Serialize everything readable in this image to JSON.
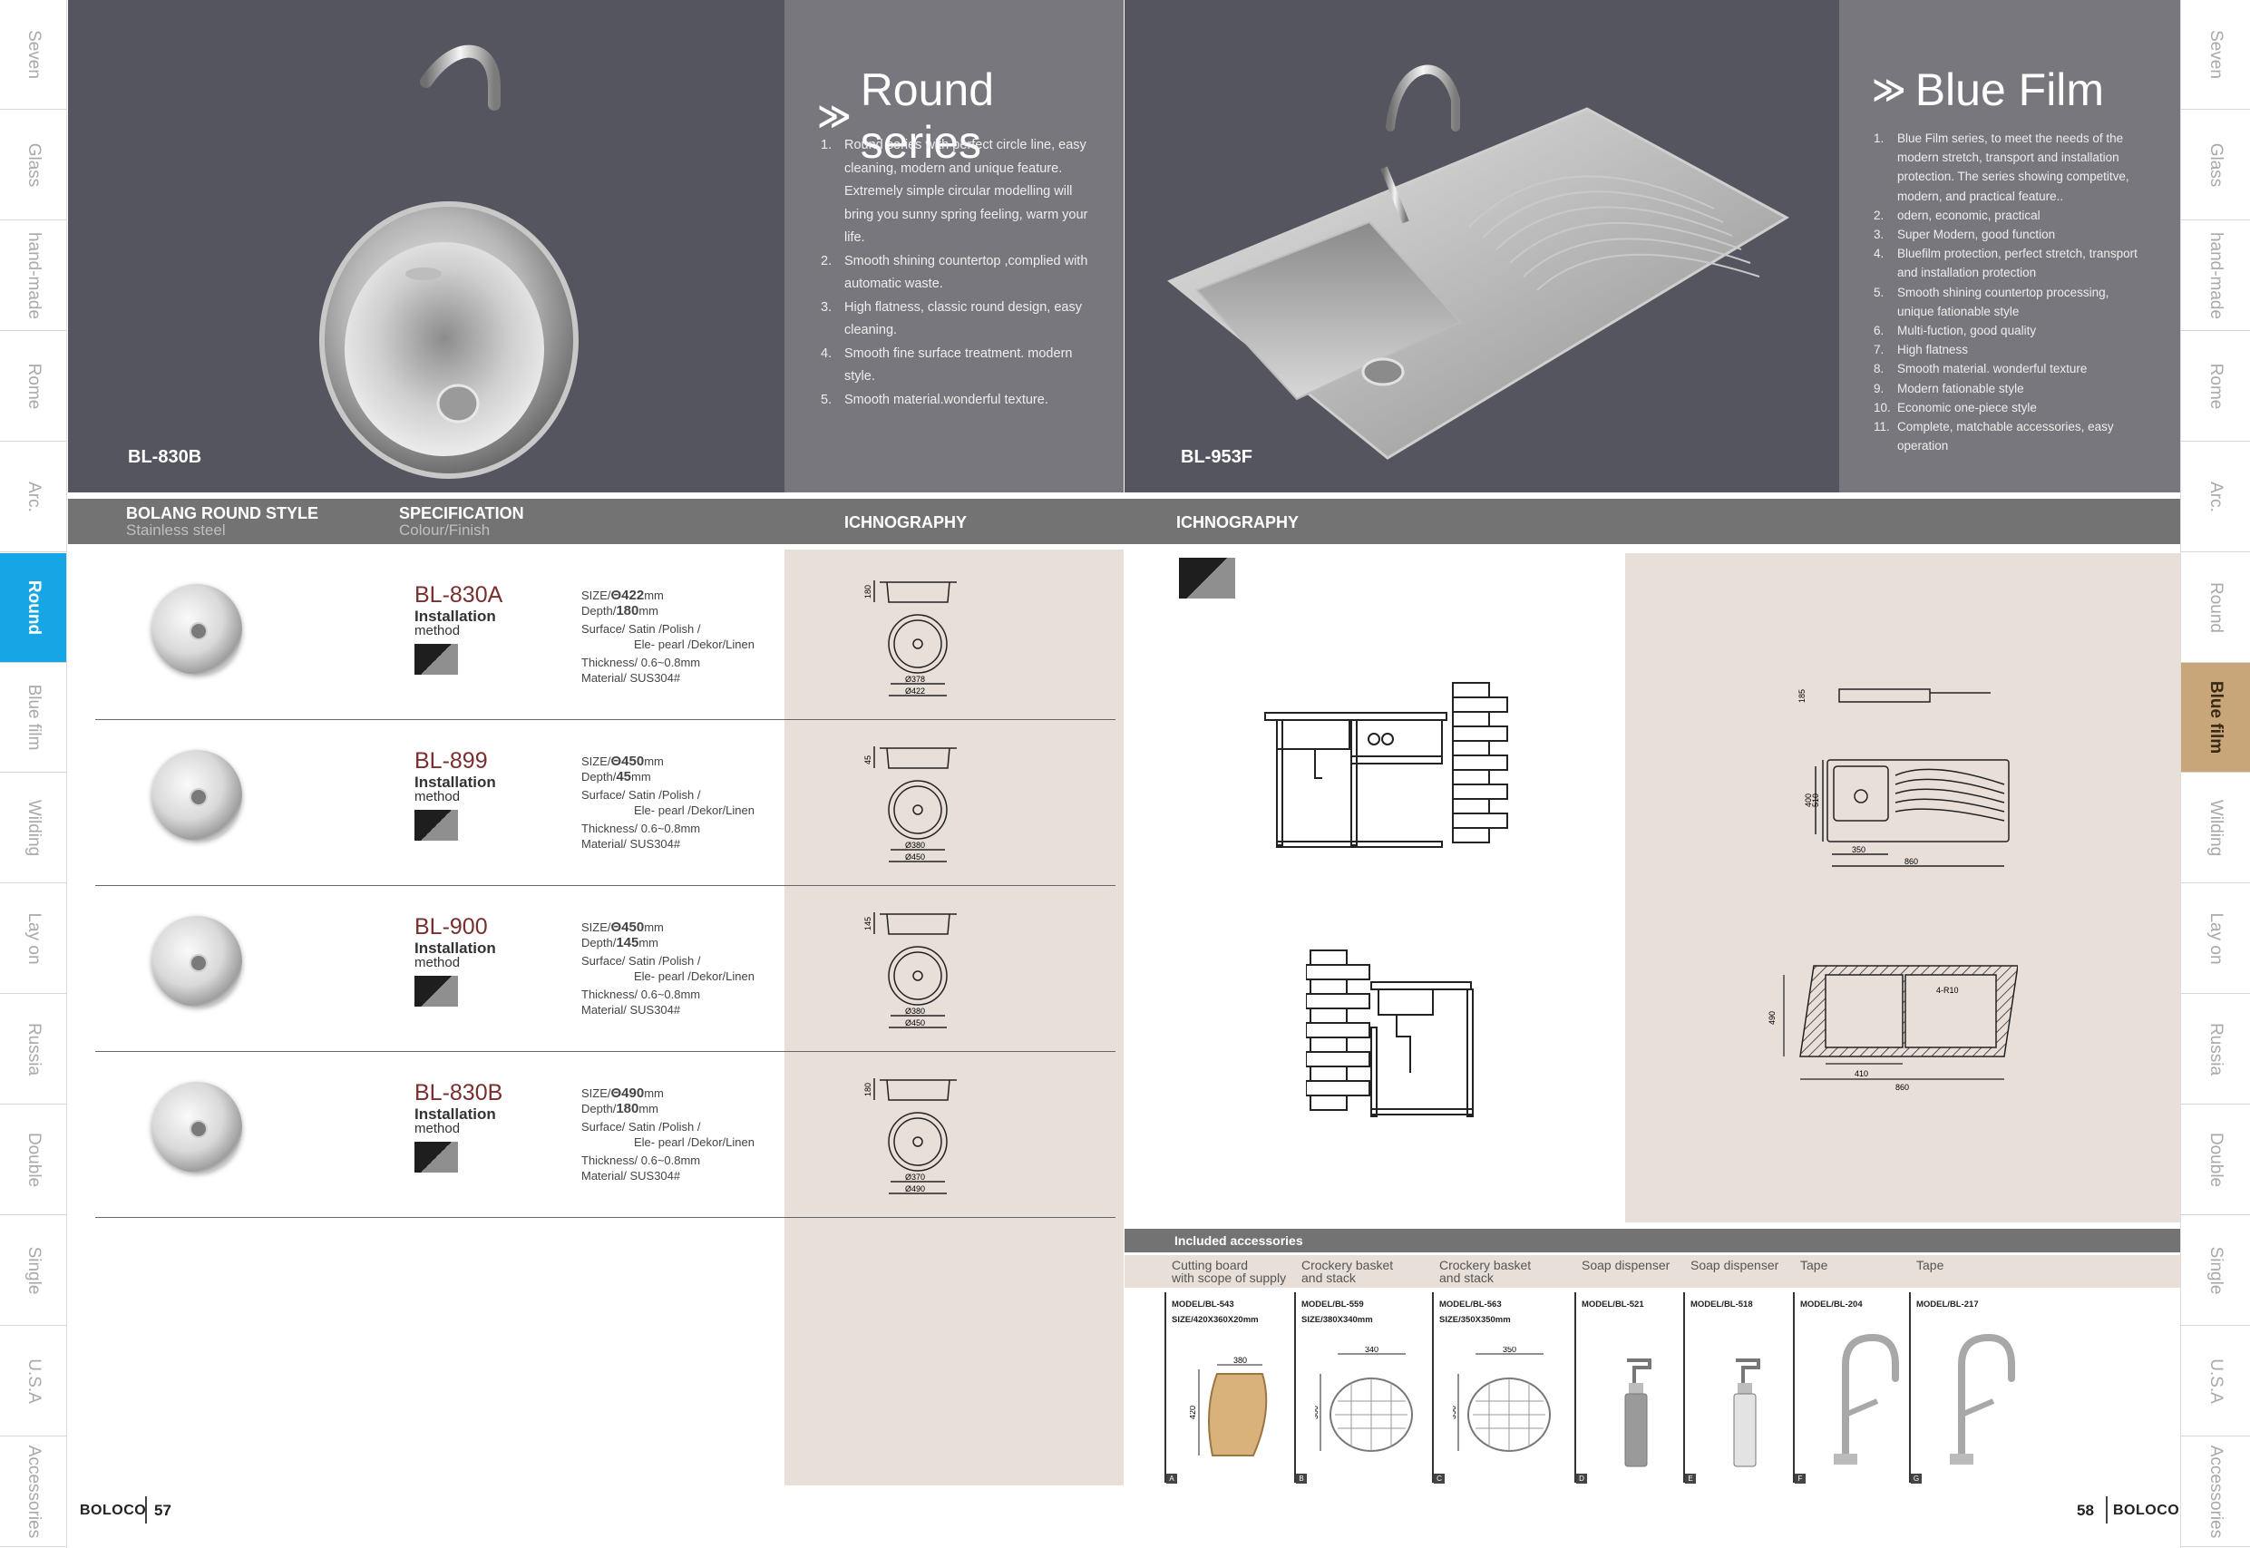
{
  "side_tabs_left": [
    "Seven",
    "Glass",
    "hand-made",
    "Rome",
    "Arc.",
    "Round",
    "Blue film",
    "Wilding",
    "Lay on",
    "Russia",
    "Double",
    "Single",
    "U.S.A",
    "Accessories"
  ],
  "side_tabs_right": [
    "Seven",
    "Glass",
    "hand-made",
    "Rome",
    "Arc.",
    "Round",
    "Blue film",
    "Wilding",
    "Lay on",
    "Russia",
    "Double",
    "Single",
    "U.S.A",
    "Accessories"
  ],
  "left_active_tab": "Round",
  "right_active_tab": "Blue film",
  "round_series": {
    "title": "Round series",
    "model": "BL-830B",
    "points": [
      {
        "num": "1.",
        "text": "Round series with perfect circle line,  easy cleaning, modern and unique feature. Extremely simple circular modelling will bring you sunny spring feeling, warm your life."
      },
      {
        "num": "2.",
        "text": "Smooth shining countertop ,complied with automatic waste."
      },
      {
        "num": "3.",
        "text": "High flatness, classic round design, easy cleaning."
      },
      {
        "num": "4.",
        "text": "Smooth fine surface treatment. modern style."
      },
      {
        "num": "5.",
        "text": "Smooth material.wonderful texture."
      }
    ]
  },
  "blue_film": {
    "title": "Blue Film",
    "model": "BL-953F",
    "points": [
      {
        "num": "1.",
        "text": "Blue Film series, to meet the needs of the modern stretch, transport and installation protection. The series showing competitve, modern, and practical feature.."
      },
      {
        "num": "2.",
        "text": "odern, economic, practical"
      },
      {
        "num": "3.",
        "text": "Super Modern, good function"
      },
      {
        "num": "4.",
        "text": "Bluefilm protection, perfect stretch, transport and installation protection"
      },
      {
        "num": "5.",
        "text": "Smooth shining countertop processing, unique fationable style"
      },
      {
        "num": "6.",
        "text": "Multi-fuction, good quality"
      },
      {
        "num": "7.",
        "text": "High flatness"
      },
      {
        "num": "8.",
        "text": "Smooth material. wonderful texture"
      },
      {
        "num": "9.",
        "text": "Modern fationable style"
      },
      {
        "num": "10.",
        "text": "Economic one-piece style"
      },
      {
        "num": "11.",
        "text": "Complete, matchable accessories, easy operation"
      }
    ]
  },
  "table_header": {
    "col1_title": "BOLANG ROUND STYLE",
    "col1_sub": "Stainless steel",
    "col2_title": "SPECIFICATION",
    "col2_sub": "Colour/Finish",
    "col3_title": "ICHNOGRAPHY",
    "col4_title": "ICHNOGRAPHY"
  },
  "products": [
    {
      "model": "BL-830A",
      "install": "Installation",
      "method": "method",
      "size_label": "SIZE/",
      "size": "Θ422",
      "size_unit": "mm",
      "depth_label": "Depth/",
      "depth": "180",
      "depth_unit": "mm",
      "surface1": "Surface/ Satin /Polish /",
      "surface2": "Ele- pearl /Dekor/Linen",
      "thickness": "Thickness/ 0.6~0.8mm",
      "material": "Material/ SUS304#",
      "d_h": "180",
      "d_in": "Ø378",
      "d_out": "Ø422"
    },
    {
      "model": "BL-899",
      "install": "Installation",
      "method": "method",
      "size_label": "SIZE/",
      "size": "Θ450",
      "size_unit": "mm",
      "depth_label": "Depth/",
      "depth": "45",
      "depth_unit": "mm",
      "surface1": "Surface/ Satin /Polish /",
      "surface2": "Ele- pearl /Dekor/Linen",
      "thickness": "Thickness/ 0.6~0.8mm",
      "material": "Material/ SUS304#",
      "d_h": "45",
      "d_in": "Ø380",
      "d_out": "Ø450"
    },
    {
      "model": "BL-900",
      "install": "Installation",
      "method": "method",
      "size_label": "SIZE/",
      "size": "Θ450",
      "size_unit": "mm",
      "depth_label": "Depth/",
      "depth": "145",
      "depth_unit": "mm",
      "surface1": "Surface/ Satin /Polish /",
      "surface2": "Ele- pearl /Dekor/Linen",
      "thickness": "Thickness/ 0.6~0.8mm",
      "material": "Material/ SUS304#",
      "d_h": "145",
      "d_in": "Ø380",
      "d_out": "Ø450"
    },
    {
      "model": "BL-830B",
      "install": "Installation",
      "method": "method",
      "size_label": "SIZE/",
      "size": "Θ490",
      "size_unit": "mm",
      "depth_label": "Depth/",
      "depth": "180",
      "depth_unit": "mm",
      "surface1": "Surface/ Satin /Polish /",
      "surface2": "Ele- pearl /Dekor/Linen",
      "thickness": "Thickness/ 0.6~0.8mm",
      "material": "Material/ SUS304#",
      "d_h": "180",
      "d_in": "Ø370",
      "d_out": "Ø490"
    }
  ],
  "bl953_drawing": {
    "h": "185",
    "w_out": "510",
    "w_in": "400",
    "bowl": "350",
    "len": "860",
    "cut_h": "490",
    "cut_r": "4-R10",
    "cut_bowl": "410",
    "cut_len": "860"
  },
  "accessories": {
    "title": "Included accessories",
    "items": [
      {
        "head1": "Cutting board",
        "head2": "with scope of supply",
        "model": "MODEL/BL-543",
        "size": "SIZE/420X360X20mm",
        "letter": "A",
        "dim_w": "380",
        "dim_h": "420"
      },
      {
        "head1": "Crockery basket",
        "head2": "and stack",
        "model": "MODEL/BL-559",
        "size": "SIZE/380X340mm",
        "letter": "B",
        "dim_w": "340",
        "dim_h": "380"
      },
      {
        "head1": "Crockery basket",
        "head2": "and stack",
        "model": "MODEL/BL-563",
        "size": "SIZE/350X350mm",
        "letter": "C",
        "dim_w": "350",
        "dim_h": "350"
      },
      {
        "head1": "Soap dispenser",
        "head2": "",
        "model": "MODEL/BL-521",
        "size": "",
        "letter": "D",
        "dim_w": "",
        "dim_h": ""
      },
      {
        "head1": "Soap dispenser",
        "head2": "",
        "model": "MODEL/BL-518",
        "size": "",
        "letter": "E",
        "dim_w": "",
        "dim_h": ""
      },
      {
        "head1": "Tape",
        "head2": "",
        "model": "MODEL/BL-204",
        "size": "",
        "letter": "F",
        "dim_w": "",
        "dim_h": ""
      },
      {
        "head1": "Tape",
        "head2": "",
        "model": "MODEL/BL-217",
        "size": "",
        "letter": "G",
        "dim_w": "",
        "dim_h": ""
      }
    ]
  },
  "footer": {
    "logo": "BOLOCO",
    "page_left": "57",
    "page_right": "58"
  }
}
